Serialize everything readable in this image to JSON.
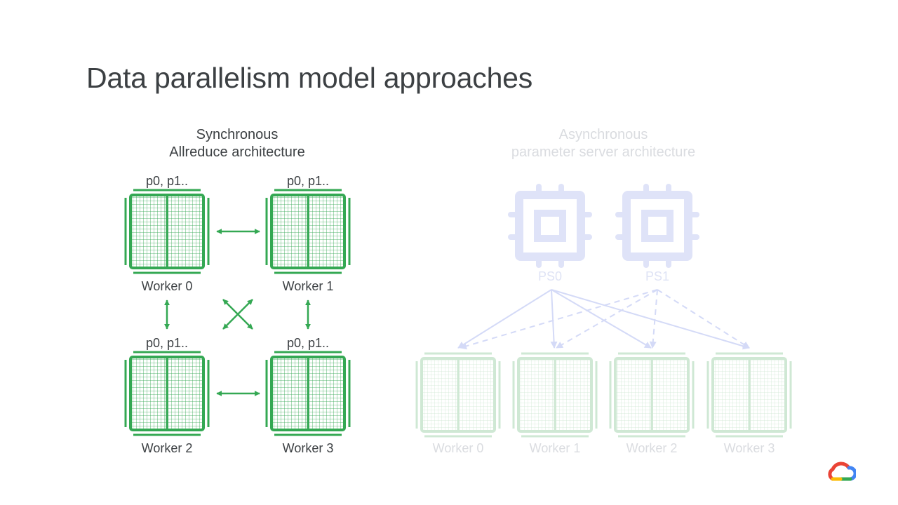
{
  "slide": {
    "title": "Data parallelism model approaches"
  },
  "sync": {
    "heading_line1": "Synchronous",
    "heading_line2": "Allreduce architecture",
    "workers": [
      {
        "name": "Worker 0",
        "params": "p0, p1.."
      },
      {
        "name": "Worker 1",
        "params": "p0, p1.."
      },
      {
        "name": "Worker 2",
        "params": "p0, p1.."
      },
      {
        "name": "Worker 3",
        "params": "p0, p1.."
      }
    ]
  },
  "async": {
    "heading_line1": "Asynchronous",
    "heading_line2": "parameter server architecture",
    "servers": [
      "PS0",
      "PS1"
    ],
    "workers": [
      "Worker 0",
      "Worker 1",
      "Worker 2",
      "Worker 3"
    ]
  },
  "colors": {
    "title_text": "#3c4043",
    "tpu_green": "#34a853",
    "faded_green": "#cfe8d4",
    "ps_blue": "#dfe3f8",
    "faded_text": "#dadce0"
  },
  "icons": {
    "worker": "tpu-chip-icon",
    "server": "cpu-chip-icon",
    "brand": "google-cloud-logo-icon"
  }
}
